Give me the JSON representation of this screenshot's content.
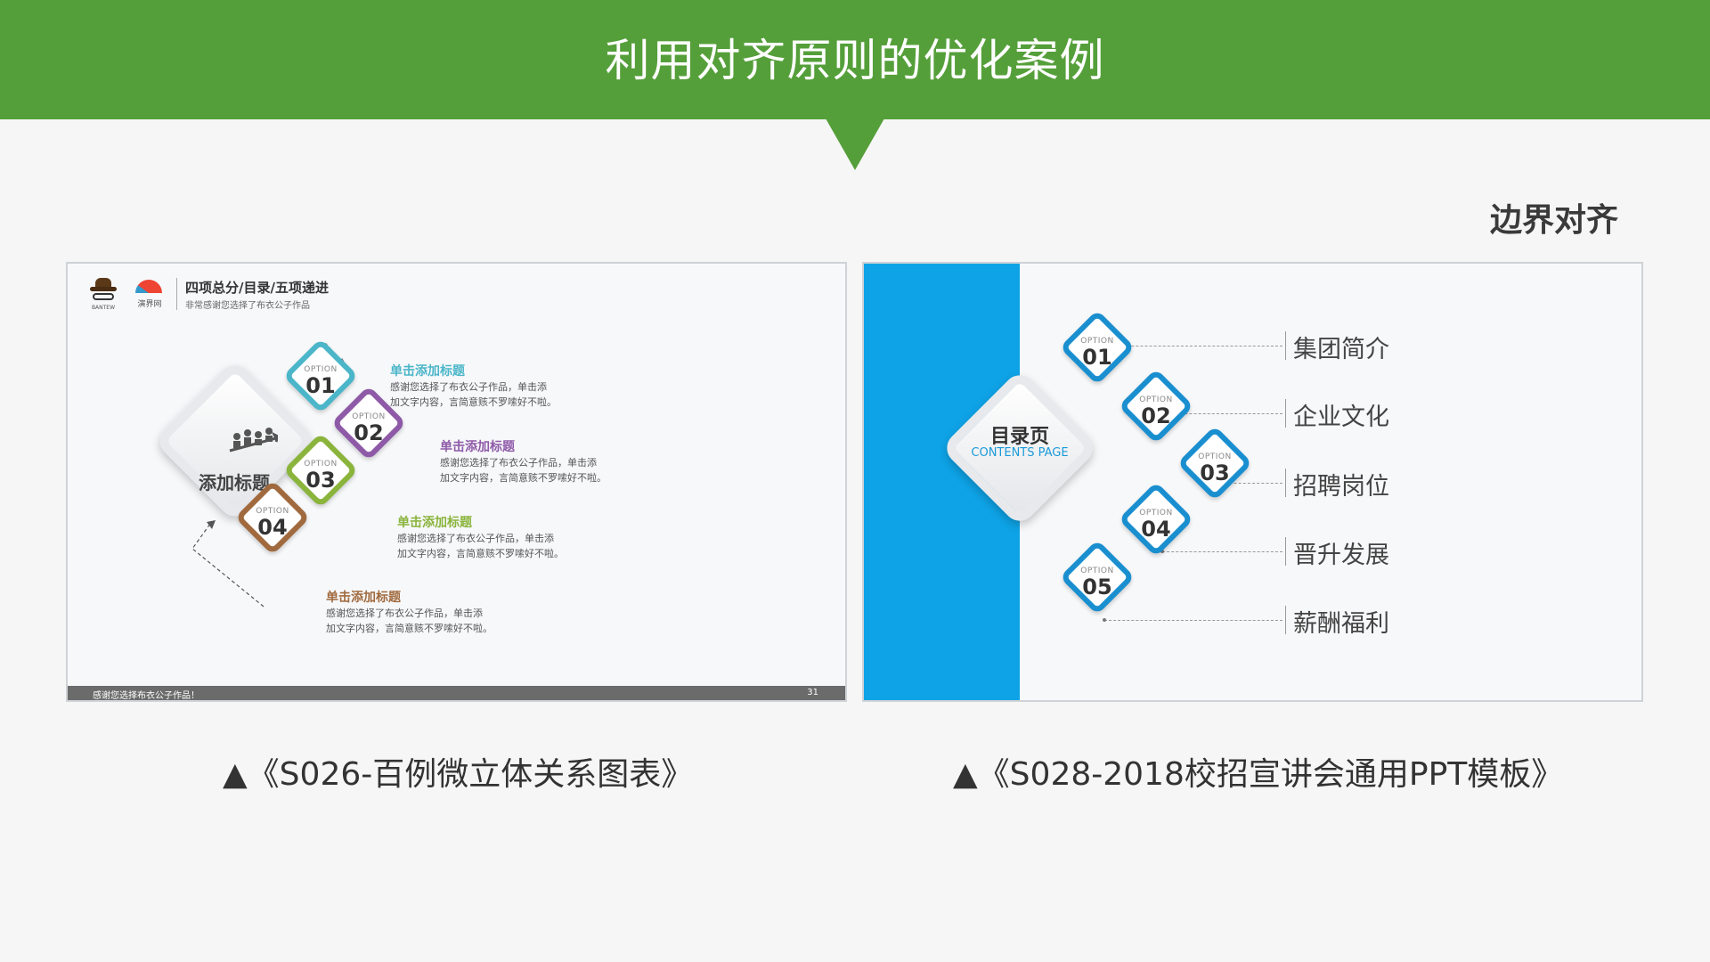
{
  "header": {
    "title": "利用对齐原则的优化案例"
  },
  "section_label": "边界对齐",
  "left_slide": {
    "logo_text": "BANTEW",
    "logo2_text": "演界网",
    "title": "四项总分/目录/五项递进",
    "subtitle": "非常感谢您选择了布衣公子作品",
    "center_label": "添加标题",
    "options": [
      {
        "option": "OPTION",
        "num": "01",
        "color": "#4bb6c9"
      },
      {
        "option": "OPTION",
        "num": "02",
        "color": "#8e5aa8"
      },
      {
        "option": "OPTION",
        "num": "03",
        "color": "#8ab43c"
      },
      {
        "option": "OPTION",
        "num": "04",
        "color": "#a06a3e"
      }
    ],
    "items": [
      {
        "title": "单击添加标题",
        "desc1": "感谢您选择了布衣公子作品，单击添",
        "desc2": "加文字内容，言简意赅不罗嗦好不啦。",
        "color": "#4bb6c9"
      },
      {
        "title": "单击添加标题",
        "desc1": "感谢您选择了布衣公子作品，单击添",
        "desc2": "加文字内容，言简意赅不罗嗦好不啦。",
        "color": "#8e5aa8"
      },
      {
        "title": "单击添加标题",
        "desc1": "感谢您选择了布衣公子作品，单击添",
        "desc2": "加文字内容，言简意赅不罗嗦好不啦。",
        "color": "#8ab43c"
      },
      {
        "title": "单击添加标题",
        "desc1": "感谢您选择了布衣公子作品，单击添",
        "desc2": "加文字内容，言简意赅不罗嗦好不啦。",
        "color": "#a06a3e"
      }
    ],
    "footer_text": "感谢您选择布衣公子作品！",
    "page_number": "31"
  },
  "right_slide": {
    "center_title": "目录页",
    "center_sub": "CONTENTS PAGE",
    "options": [
      {
        "option": "OPTION",
        "num": "01"
      },
      {
        "option": "OPTION",
        "num": "02"
      },
      {
        "option": "OPTION",
        "num": "03"
      },
      {
        "option": "OPTION",
        "num": "04"
      },
      {
        "option": "OPTION",
        "num": "05"
      }
    ],
    "items": [
      "集团简介",
      "企业文化",
      "招聘岗位",
      "晋升发展",
      "薪酬福利"
    ],
    "accent": "#1a8fd0"
  },
  "captions": {
    "left": "▲《S026-百例微立体关系图表》",
    "right": "▲《S028-2018校招宣讲会通用PPT模板》"
  }
}
